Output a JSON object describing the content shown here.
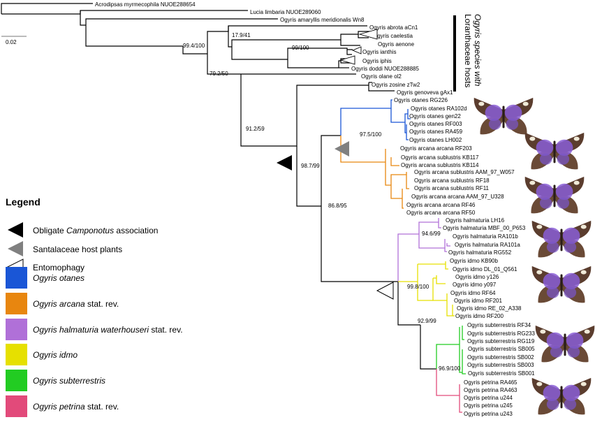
{
  "scale_bar_label": "0.02",
  "leaves_grey": [
    "Acrodipsas myrmecophila NUOE288654",
    "Lucia limbaria NUOE289060",
    "Ogyris amaryllis meridionalis Wn8",
    "Ogyris abrota aCn1",
    "Ogyris caelestia",
    "Ogyris aenone",
    "Ogyris ianthis",
    "Ogyris iphis",
    "Ogyris doddi NUOE288885",
    "Ogyris olane ol2",
    "Ogyris zosine zTw2",
    "Ogyris genoveva gAx1"
  ],
  "leaves_otanes": [
    "Ogyris otanes RG226",
    "Ogyris otanes RA102d",
    "Ogyris otanes gen22",
    "Ogyris otanes RF003",
    "Ogyris otanes RA459",
    "Ogyris otanes LH002"
  ],
  "leaves_arcana": [
    "Ogyris arcana arcana RF203",
    "Ogyris arcana sublustris KB117",
    "Ogyris arcana sublustris KB114",
    "Ogyris arcana sublustris AAM_97_W057",
    "Ogyris arcana sublustris RF18",
    "Ogyris arcana sublustris RF11",
    "Ogyris arcana arcana AAM_97_U328",
    "Ogyris arcana arcana RF46",
    "Ogyris arcana arcana RF50"
  ],
  "leaves_halmaturia": [
    "Ogyris halmaturia LH16",
    "Ogyris halmaturia MBF_00_P653",
    "Ogyris halmaturia RA101b",
    "Ogyris halmaturia RA101a",
    "Ogyris halmaturia RG552"
  ],
  "leaves_idmo": [
    "Ogyris idmo KB90b",
    "Ogyris idmo DL_01_Q561",
    "Ogyris idmo y126",
    "Ogyris idmo y097",
    "Ogyris idmo RF64",
    "Ogyris idmo RF201",
    "Ogyris idmo RE_02_A338",
    "Ogyris idmo RF200"
  ],
  "leaves_subterrestris": [
    "Ogyris subterrestris RF34",
    "Ogyris subterrestris RG233",
    "Ogyris subterrestris RG119",
    "Ogyris subterrestris SB005",
    "Ogyris subterrestris SB002",
    "Ogyris subterrestris SB003",
    "Ogyris subterrestris SB001"
  ],
  "leaves_petrina": [
    "Ogyris petrina RA465",
    "Ogyris petrina RA463",
    "Ogyris petrina u244",
    "Ogyris petrina u245",
    "Ogyris petrina u243"
  ],
  "supports": [
    "17.9/41",
    "99.4/100",
    "99/100",
    "79.2/50",
    "91.2/59",
    "97.5/100",
    "98.7/99",
    "86.8/95",
    "94.6/99",
    "99.8/100",
    "92.9/99",
    "96.9/100"
  ],
  "vertical_label_line1": "Ogyris species with",
  "vertical_label_line2": "Loranthaceae hosts",
  "legend": {
    "title": "Legend",
    "markers": [
      {
        "pre": "Obligate ",
        "italic": "Camponotus",
        "post": " association",
        "color": "#000000",
        "filled": true
      },
      {
        "pre": "Santalaceae host plants",
        "italic": "",
        "post": "",
        "color": "#808080",
        "filled": true
      },
      {
        "pre": "Entomophagy",
        "italic": "",
        "post": "",
        "color": "#ffffff",
        "filled": false
      }
    ],
    "swatches": [
      {
        "italic": "Ogyris otanes",
        "suffix": "",
        "color": "#1a56d6"
      },
      {
        "italic": "Ogyris arcana",
        "suffix": " stat. rev.",
        "color": "#e8860f"
      },
      {
        "italic": "Ogyris halmaturia waterhouseri",
        "suffix": " stat. rev.",
        "color": "#b070d8"
      },
      {
        "italic": "Ogyris idmo",
        "suffix": "",
        "color": "#e6e000"
      },
      {
        "italic": "Ogyris subterrestris",
        "suffix": "",
        "color": "#22cc22"
      },
      {
        "italic": "Ogyris petrina",
        "suffix": " stat. rev.",
        "color": "#e24a7a"
      }
    ]
  },
  "colors": {
    "otanes": "#1a56d6",
    "arcana": "#e8860f",
    "halmaturia": "#b070d8",
    "idmo": "#e6e000",
    "subterrestris": "#22cc22",
    "petrina": "#e24a7a"
  }
}
